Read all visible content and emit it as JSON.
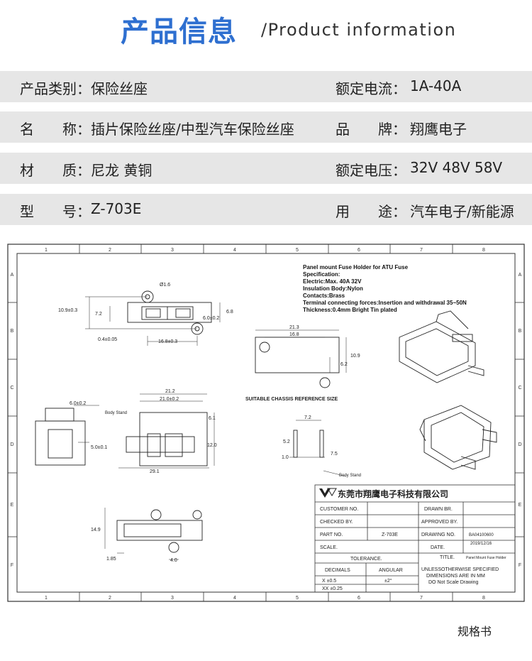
{
  "header": {
    "title_cn": "产品信息",
    "title_en": "/Product information"
  },
  "info_rows": [
    {
      "left_label": "产品类别：",
      "left_value": "保险丝座",
      "right_label": "额定电流：",
      "right_value": "1A-40A"
    },
    {
      "left_label": "名　　称：",
      "left_value": "插片保险丝座/中型汽车保险丝座",
      "right_label": "品　　牌：",
      "right_value": "翔鹰电子"
    },
    {
      "left_label": "材　　质：",
      "left_value": "尼龙 黄铜",
      "right_label": "额定电压：",
      "right_value": "32V 48V 58V"
    },
    {
      "left_label": "型　　号：",
      "left_value": "Z-703E",
      "right_label": "用　　途：",
      "right_value": "汽车电子/新能源"
    }
  ],
  "drawing": {
    "col_numbers": [
      "1",
      "2",
      "3",
      "4",
      "5",
      "6",
      "7",
      "8"
    ],
    "row_letters": [
      "A",
      "B",
      "C",
      "D",
      "E",
      "F"
    ],
    "spec_lines": [
      "Panel mount Fuse Holder for ATU Fuse",
      "Specification:",
      "Electric:Max. 40A 32V",
      "Insulation Body:Nylon",
      "Contacts:Brass",
      "Terminal connecting forces:Insertion and withdrawal 35~50N",
      "Thickness:0.4mm Bright Tin plated"
    ],
    "dims": {
      "d_hole": "Ø1.6",
      "d_109_03": "10.9±0.3",
      "d_72": "7.2",
      "d_04": "0.4±0.05",
      "d_168_03": "16.8±0.3",
      "d_60_02a": "6.0±0.2",
      "d_68": "6.8",
      "d_213": "21.3",
      "d_168": "16.8",
      "d_62": "6.2",
      "d_109": "10.9",
      "d_60_02b": "6.0±0.2",
      "d_212": "21.2",
      "d_210_02": "21.0±0.2",
      "d_61": "6.1",
      "d_50_01": "5.0±0.1",
      "d_120": "12.0",
      "d_291": "29.1",
      "d_72b": "7.2",
      "d_52": "5.2",
      "d_10": "1.0",
      "d_75": "7.5",
      "d_149": "14.9",
      "d_185": "1.85",
      "d_40": "4.0"
    },
    "labels": {
      "body_stand_1": "Body Stand",
      "body_stand_2": "Body Stand",
      "chassis_ref": "SUITABLE CHASSIS REFERENCE SIZE"
    },
    "title_block": {
      "company": "东莞市翔鹰电子科技有限公司",
      "customer_no": "CUSTOMER NO.",
      "drawn_by": "DRAWN BR.",
      "checked_by": "CHECKED BY.",
      "approved_by": "APPROVED BY.",
      "part_no_label": "PART NO.",
      "part_no_value": "Z-703E",
      "drawing_no_label": "DRAWING NO.",
      "drawing_no_value": "BA04100600",
      "scale_label": "SCALE.",
      "date_value": "2019/12/16",
      "date_label": "DATE.",
      "tolerance": "TOLERANCE.",
      "title_label": "TITLE.",
      "title_value": "Panel Mount Fuse Holder",
      "decimals": "DECIMALS",
      "angular": "ANGULAR",
      "x_tol": "X ±0.5",
      "xx_tol": "XX ±0.25",
      "angle_tol": "±2°",
      "note_1": "UNLESSOTHERWISE SPECIFIED",
      "note_2": "DIMENSIONS ARE IN MM",
      "note_3": "DO Not Scale Drawing"
    }
  },
  "footer": {
    "caption": "规格书"
  }
}
